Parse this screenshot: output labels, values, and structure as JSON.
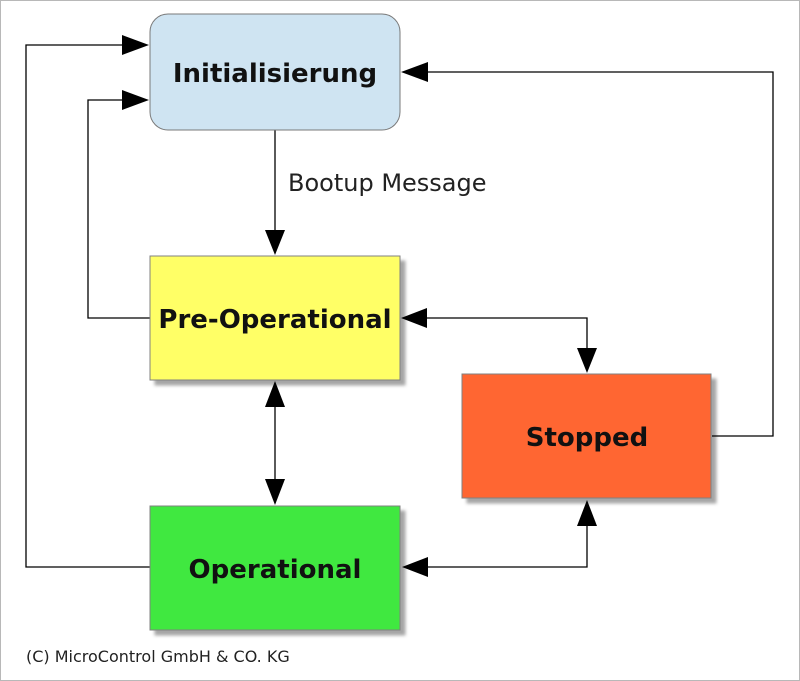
{
  "states": {
    "initialisierung": {
      "label": "Initialisierung",
      "color": "#cfe4f2"
    },
    "pre_operational": {
      "label": "Pre-Operational",
      "color": "#ffff66"
    },
    "operational": {
      "label": "Operational",
      "color": "#3fe83f"
    },
    "stopped": {
      "label": "Stopped",
      "color": "#ff6633"
    }
  },
  "transitions": {
    "bootup_label": "Bootup Message"
  },
  "footer": {
    "copyright": "(C) MicroControl GmbH & CO. KG"
  }
}
